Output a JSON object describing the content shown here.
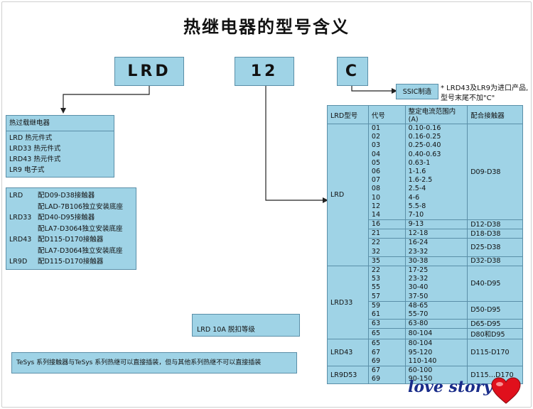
{
  "title": "热继电器的型号含义",
  "codes": {
    "lrd": "LRD",
    "rating": "12",
    "suffix": "C"
  },
  "ssic": {
    "label": "SSIC制造",
    "note_line1": "* LRD43及LR9为进口产品,",
    "note_line2": "型号末尾不加\"C\""
  },
  "relay_types": {
    "header": "热过载继电器",
    "items": [
      "LRD 热元件式",
      "LRD33 热元件式",
      "LRD43 热元件式",
      "LR9 电子式"
    ]
  },
  "accessories": [
    {
      "series": "LRD",
      "text": "配D09-D38接触器"
    },
    {
      "series": "",
      "text": "配LAD-7B106独立安装底座"
    },
    {
      "series": "LRD33",
      "text": "配D40-D95接触器"
    },
    {
      "series": "",
      "text": "配LA7-D3064独立安装底座"
    },
    {
      "series": "LRD43",
      "text": "配D115-D170接触器"
    },
    {
      "series": "",
      "text": "配LA7-D3064独立安装底座"
    },
    {
      "series": "LR9D",
      "text": "配D115-D170接触器"
    }
  ],
  "trip_class": "LRD 10A 脱扣等级",
  "compat_note": "TeSys 系列接触器与TeSys 系列热继可以直接插装，但与其他系列热继不可以直接插装",
  "table": {
    "headers": [
      "LRD型号",
      "代号",
      "整定电流范围内(A)",
      "配合接触器"
    ],
    "groups": [
      {
        "model": "LRD",
        "blocks": [
          {
            "codes": [
              "01",
              "02",
              "03",
              "04",
              "05",
              "06",
              "07",
              "08",
              "10",
              "12",
              "14"
            ],
            "ranges": [
              "0.10-0.16",
              "0.16-0.25",
              "0.25-0.40",
              "0.40-0.63",
              "0.63-1",
              "1-1.6",
              "1.6-2.5",
              "2.5-4",
              "4-6",
              "5.5-8",
              "7-10"
            ],
            "contactor": "D09-D38"
          },
          {
            "codes": [
              "16"
            ],
            "ranges": [
              "9-13"
            ],
            "contactor": "D12-D38"
          },
          {
            "codes": [
              "21"
            ],
            "ranges": [
              "12-18"
            ],
            "contactor": "D18-D38"
          },
          {
            "codes": [
              "22",
              "32"
            ],
            "ranges": [
              "16-24",
              "23-32"
            ],
            "contactor": "D25-D38"
          },
          {
            "codes": [
              "35"
            ],
            "ranges": [
              "30-38"
            ],
            "contactor": "D32-D38"
          }
        ]
      },
      {
        "model": "LRD33",
        "blocks": [
          {
            "codes": [
              "22",
              "53",
              "55",
              "57"
            ],
            "ranges": [
              "17-25",
              "23-32",
              "30-40",
              "37-50"
            ],
            "contactor": "D40-D95"
          },
          {
            "codes": [
              "59",
              "61"
            ],
            "ranges": [
              "48-65",
              "55-70"
            ],
            "contactor": "D50-D95"
          },
          {
            "codes": [
              "63"
            ],
            "ranges": [
              "63-80"
            ],
            "contactor": "D65-D95"
          },
          {
            "codes": [
              "65"
            ],
            "ranges": [
              "80-104"
            ],
            "contactor": "D80和D95"
          }
        ]
      },
      {
        "model": "LRD43",
        "blocks": [
          {
            "codes": [
              "65",
              "67",
              "69"
            ],
            "ranges": [
              "80-104",
              "95-120",
              "110-140"
            ],
            "contactor": "D115-D170"
          }
        ]
      },
      {
        "model": "LR9D53",
        "blocks": [
          {
            "codes": [
              "67",
              "69"
            ],
            "ranges": [
              "60-100",
              "90-150"
            ],
            "contactor": "D115…D170"
          }
        ]
      }
    ]
  },
  "watermark": "love story",
  "colors": {
    "box_fill": "#9fd3e6",
    "box_border": "#5a8fa8",
    "heart": "#e0101c"
  }
}
